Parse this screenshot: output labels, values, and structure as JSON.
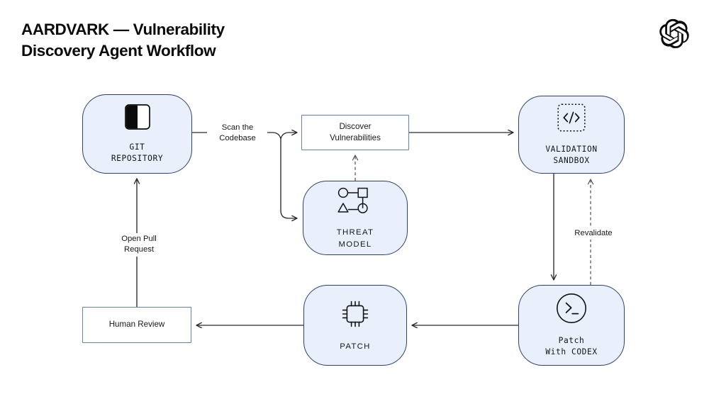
{
  "header": {
    "title": "AARDVARK — Vulnerability\nDiscovery Agent Workflow",
    "logo_icon": "openai-logo-icon"
  },
  "diagram": {
    "type": "flowchart",
    "colors": {
      "node_fill": "#e9effb",
      "node_border": "#2d4270",
      "plain_border": "#6281c4",
      "plain_fill": "#ffffff",
      "wire": "#2a2a2e",
      "text": "#16181d"
    },
    "nodes": [
      {
        "id": "git-repository",
        "label": "GIT\nREPOSITORY",
        "style": "rounded",
        "font": "mono",
        "icon": "git-repository-icon"
      },
      {
        "id": "discover-vulnerabilities",
        "label": "Discover\nVulnerabilities",
        "style": "plain",
        "font": "sans",
        "icon": ""
      },
      {
        "id": "threat-model",
        "label": "THREAT\nMODEL",
        "style": "rounded",
        "font": "caps",
        "icon": "threat-model-icon"
      },
      {
        "id": "validation-sandbox",
        "label": "VALIDATION\nSANDBOX",
        "style": "rounded",
        "font": "mono",
        "icon": "code-brackets-icon"
      },
      {
        "id": "patch-with-codex",
        "label": "Patch\nWith CODEX",
        "style": "rounded",
        "font": "mono",
        "icon": "terminal-prompt-icon"
      },
      {
        "id": "patch",
        "label": "PATCH",
        "style": "rounded",
        "font": "caps",
        "icon": "cpu-chip-icon"
      },
      {
        "id": "human-review",
        "label": "Human Review",
        "style": "plain",
        "font": "sans",
        "icon": ""
      }
    ],
    "edges": [
      {
        "id": "scan-the-codebase",
        "label": "Scan the\nCodebase",
        "from": "git-repository",
        "to": "discover-vulnerabilities",
        "line": "solid"
      },
      {
        "id": "scan-to-threat-model",
        "label": "",
        "from": "git-repository",
        "to": "threat-model",
        "line": "solid"
      },
      {
        "id": "threat-model-feeds-discovery",
        "label": "",
        "from": "threat-model",
        "to": "discover-vulnerabilities",
        "line": "dashed"
      },
      {
        "id": "discover-to-validation",
        "label": "",
        "from": "discover-vulnerabilities",
        "to": "validation-sandbox",
        "line": "solid"
      },
      {
        "id": "validation-to-codex",
        "label": "",
        "from": "validation-sandbox",
        "to": "patch-with-codex",
        "line": "solid"
      },
      {
        "id": "revalidate",
        "label": "Revalidate",
        "from": "patch-with-codex",
        "to": "validation-sandbox",
        "line": "dashed"
      },
      {
        "id": "codex-to-patch",
        "label": "",
        "from": "patch-with-codex",
        "to": "patch",
        "line": "solid"
      },
      {
        "id": "patch-to-human-review",
        "label": "",
        "from": "patch",
        "to": "human-review",
        "line": "solid"
      },
      {
        "id": "open-pull-request",
        "label": "Open Pull\nRequest",
        "from": "human-review",
        "to": "git-repository",
        "line": "solid"
      }
    ]
  }
}
